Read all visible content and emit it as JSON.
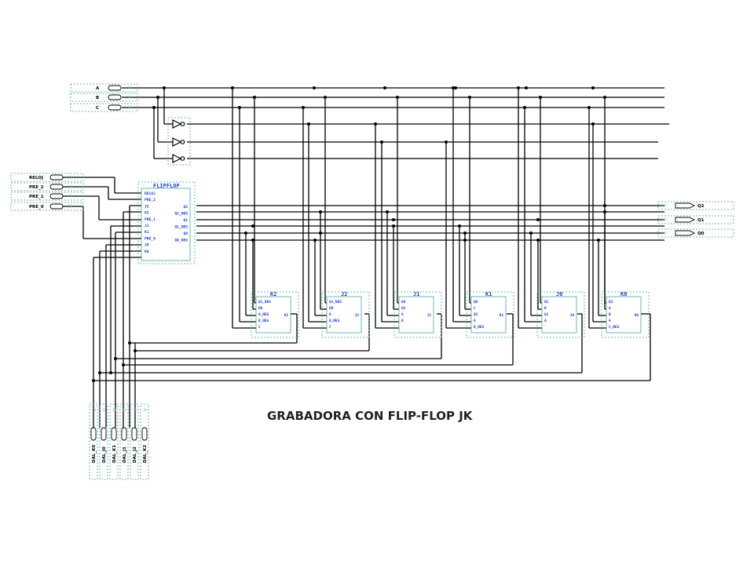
{
  "title": "GRABADORA CON FLIP-FLOP JK",
  "inputs_top": [
    "A",
    "B",
    "C"
  ],
  "inputs_left": [
    "RELOJ",
    "PRE_2",
    "PRE_1",
    "PRE_0"
  ],
  "outputs": [
    "Q2",
    "Q1",
    "Q0"
  ],
  "bottom_inputs": [
    "DAL_K0",
    "DAL_J0",
    "DAL_K1",
    "DAL_J1",
    "DAL_J2",
    "DAL_K2"
  ],
  "flipflop": {
    "name": "FLIPFLOP",
    "pins_left": [
      "RELOJ",
      "PRE_2",
      "J2",
      "K2",
      "PRE_1",
      "J1",
      "K1",
      "PRE_0",
      "J0",
      "K0"
    ],
    "pins_right": [
      "Q2",
      "Q2_NEG",
      "Q1",
      "Q1_NEG",
      "Q0",
      "Q0_NEG"
    ]
  },
  "blocks": [
    {
      "name": "K2",
      "pins_left": [
        "Q1_NEG",
        "Q0",
        "A_NEG",
        "B_NEG",
        "C"
      ],
      "pin_right": "K2"
    },
    {
      "name": "J2",
      "pins_left": [
        "Q1_NEG",
        "Q0",
        "A",
        "B_NEG",
        "C"
      ],
      "pin_right": "J2"
    },
    {
      "name": "J1",
      "pins_left": [
        "Q0",
        "Q2",
        "A",
        "B"
      ],
      "pin_right": "J1"
    },
    {
      "name": "K1",
      "pins_left": [
        "Q0",
        "C",
        "Q2",
        "A",
        "B_NEG"
      ],
      "pin_right": "K1"
    },
    {
      "name": "J0",
      "pins_left": [
        "Q2",
        "B",
        "Q1",
        "A"
      ],
      "pin_right": "J0"
    },
    {
      "name": "K0",
      "pins_left": [
        "Q2",
        "A",
        "B",
        "A",
        "C_NEG"
      ],
      "pin_right": "K0"
    }
  ]
}
